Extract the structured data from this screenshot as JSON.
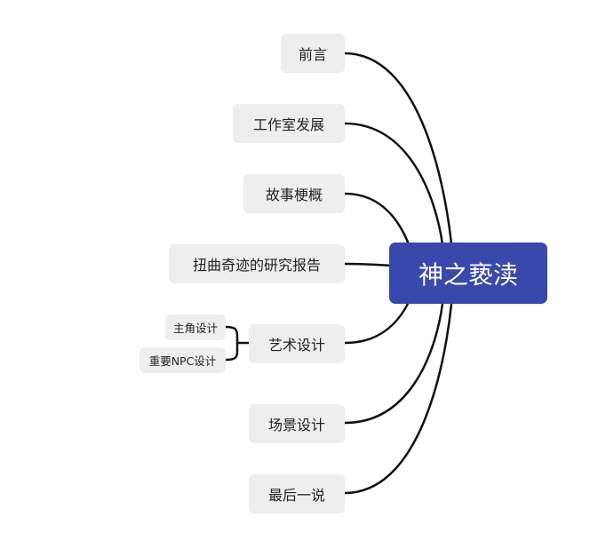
{
  "root": {
    "label": "神之亵渎",
    "color": "#3949ab"
  },
  "branches": [
    {
      "label": "前言"
    },
    {
      "label": "工作室发展"
    },
    {
      "label": "故事梗概"
    },
    {
      "label": "扭曲奇迹的研究报告"
    },
    {
      "label": "艺术设计",
      "children": [
        {
          "label": "主角设计"
        },
        {
          "label": "重要NPC设计"
        }
      ]
    },
    {
      "label": "场景设计"
    },
    {
      "label": "最后一说"
    }
  ]
}
